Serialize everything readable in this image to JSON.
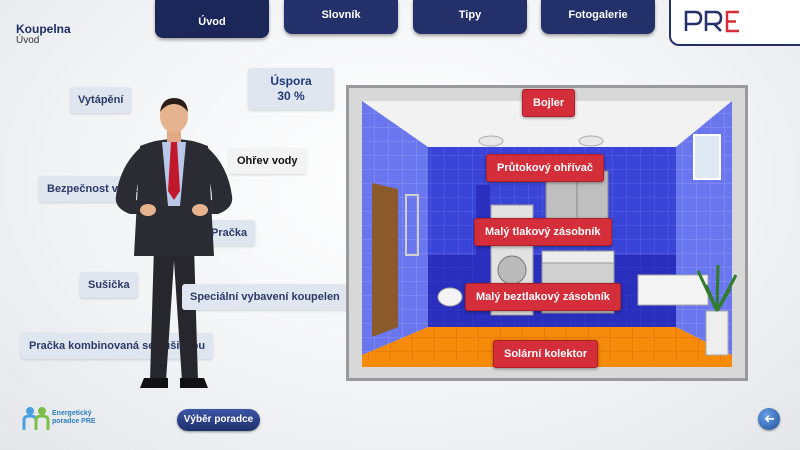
{
  "header": {
    "title": "Koupelna",
    "subtitle": "Úvod",
    "tabs": [
      {
        "label": "Úvod"
      },
      {
        "label": "Slovník"
      },
      {
        "label": "Tipy"
      },
      {
        "label": "Fotogalerie"
      }
    ],
    "logo_text": "PRE"
  },
  "topics": {
    "vytapeni": "Vytápění",
    "ohrev_vody": "Ohřev vody",
    "bezpecnost": "Bezpečnost v koupelně",
    "pracka": "Pračka",
    "susicka": "Sušička",
    "specialni": "Speciální vybavení koupelen",
    "pracka_susicka": "Pračka kombinovaná se sušičkou"
  },
  "saving": {
    "label": "Úspora",
    "value": "30 %"
  },
  "bathroom": {
    "bojler": "Bojler",
    "prutokovy": "Průtokový ohřívač",
    "maly_tlakovy": "Malý tlakový zásobník",
    "maly_beztlakovy": "Malý beztlakový zásobník",
    "solarni": "Solární kolektor"
  },
  "footer": {
    "advisor_line1": "Energetický",
    "advisor_line2": "poradce PRE",
    "select_advisor": "Výběr poradce",
    "back_icon": "back-arrow-icon"
  },
  "colors": {
    "navy": "#23306a",
    "accent_red": "#d42e3a",
    "tile_blue": "#3a44d6",
    "floor_orange": "#f58a0b"
  }
}
